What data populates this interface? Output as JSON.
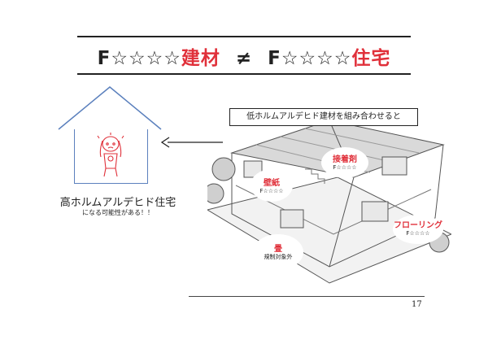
{
  "slide": {
    "title": {
      "left_prefix": "F",
      "left_stars": "☆☆☆☆",
      "left_word": "建材",
      "operator": "≠",
      "right_prefix": "F",
      "right_stars": "☆☆☆☆",
      "right_word": "住宅"
    },
    "left_house": {
      "caption": "高ホルムアルデヒド住宅",
      "subcaption": "になる可能性がある！！"
    },
    "combination_label": "低ホルムアルデヒド建材を組み合わせると",
    "callouts": [
      {
        "main": "壁紙",
        "sub": "F☆☆☆☆"
      },
      {
        "main": "接着剤",
        "sub": "F☆☆☆☆"
      },
      {
        "main": "フローリング",
        "sub": "F☆☆☆☆"
      },
      {
        "main": "畳",
        "sub": "規制対象外"
      }
    ],
    "page_number": "17",
    "colors": {
      "accent_red": "#e0303a",
      "house_blue": "#5b80bd",
      "text": "#222222"
    }
  }
}
